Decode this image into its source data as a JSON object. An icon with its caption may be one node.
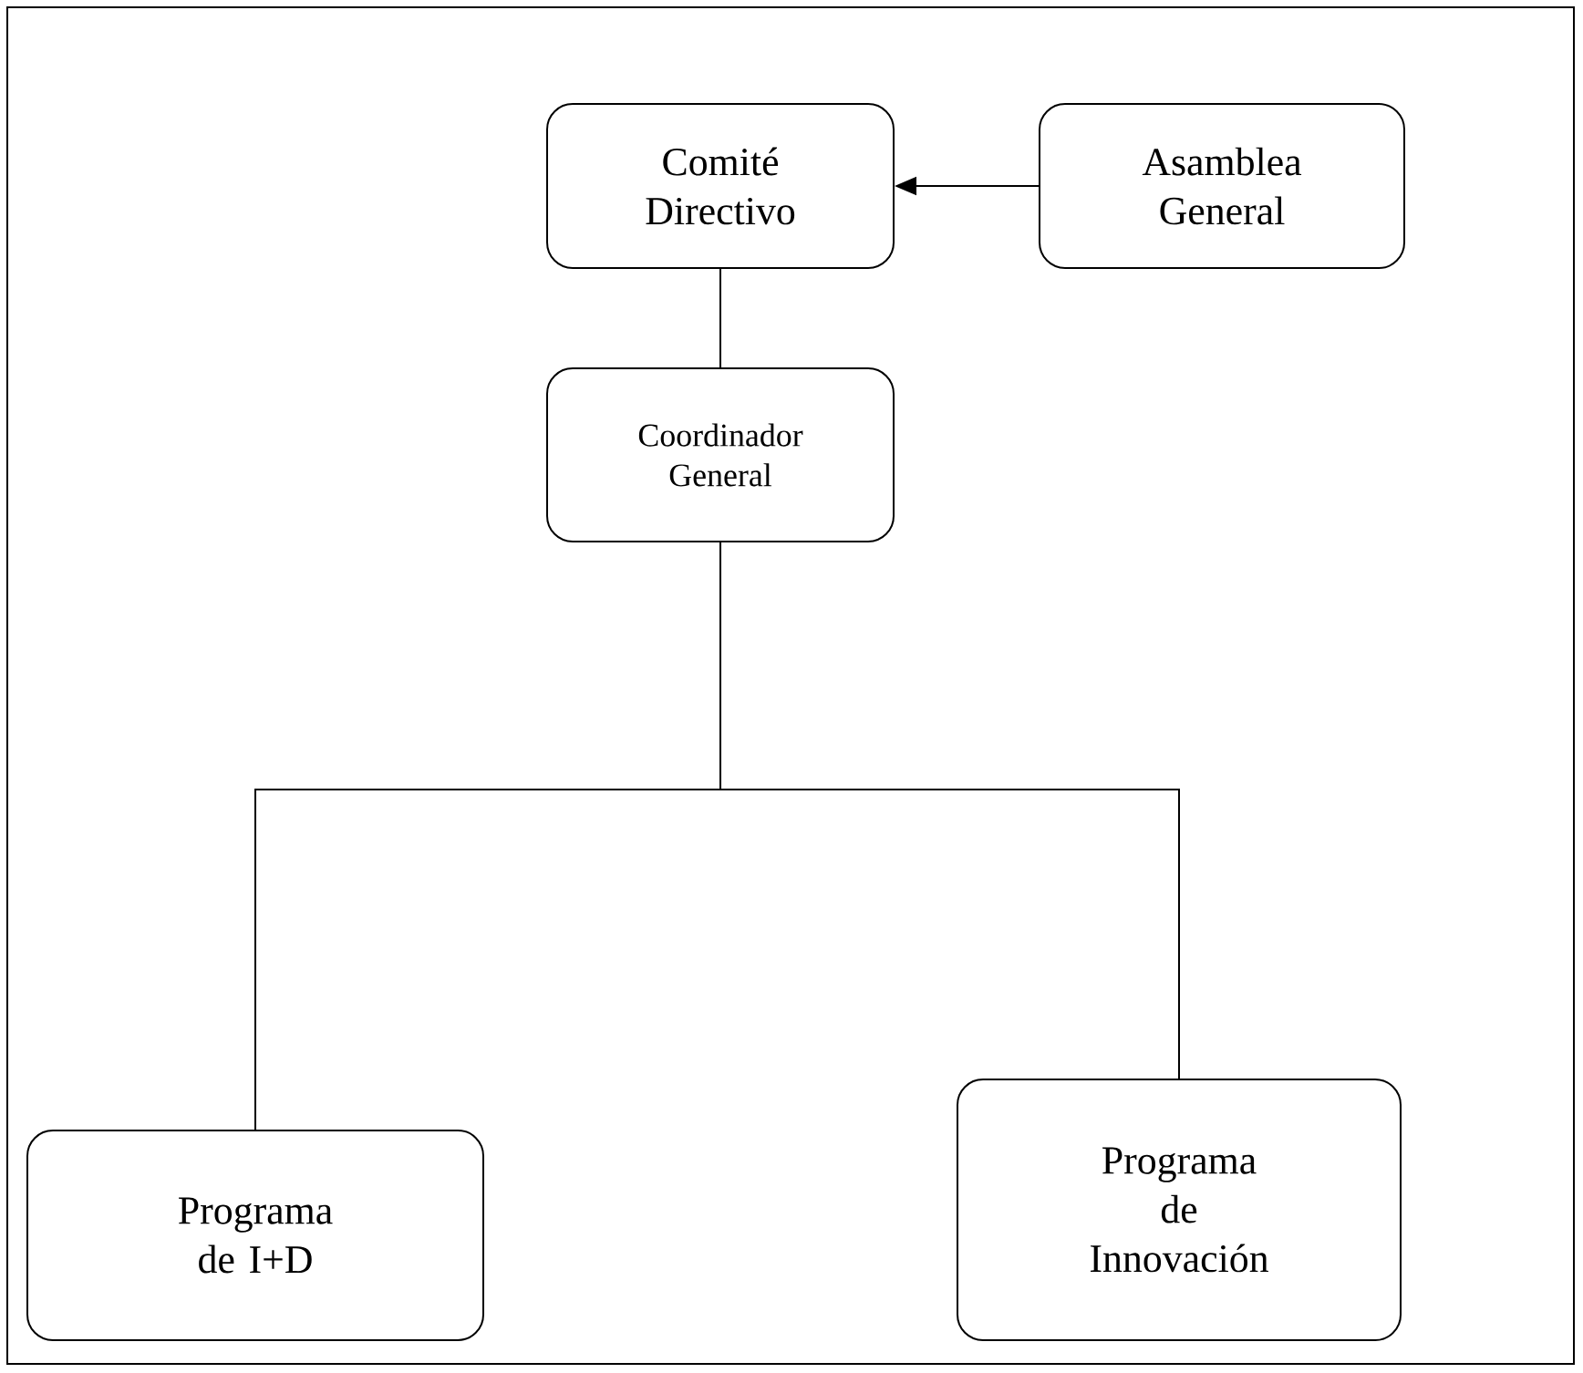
{
  "diagram": {
    "nodes": [
      {
        "text": [
          "Comité Directivo"
        ]
      },
      {
        "text": [
          "Asamblea General"
        ]
      },
      {
        "text": [
          "Coordinador General"
        ]
      },
      {
        "text": [
          "Programa de I+D"
        ]
      },
      {
        "text": [
          "Programa de Innovación"
        ]
      }
    ],
    "edges": [
      {
        "from": 1,
        "to": 0,
        "arrow": "to"
      },
      {
        "from": 0,
        "to": 2,
        "arrow": "none"
      },
      {
        "from": 2,
        "to": 3,
        "arrow": "none"
      },
      {
        "from": 2,
        "to": 4,
        "arrow": "none"
      }
    ]
  }
}
